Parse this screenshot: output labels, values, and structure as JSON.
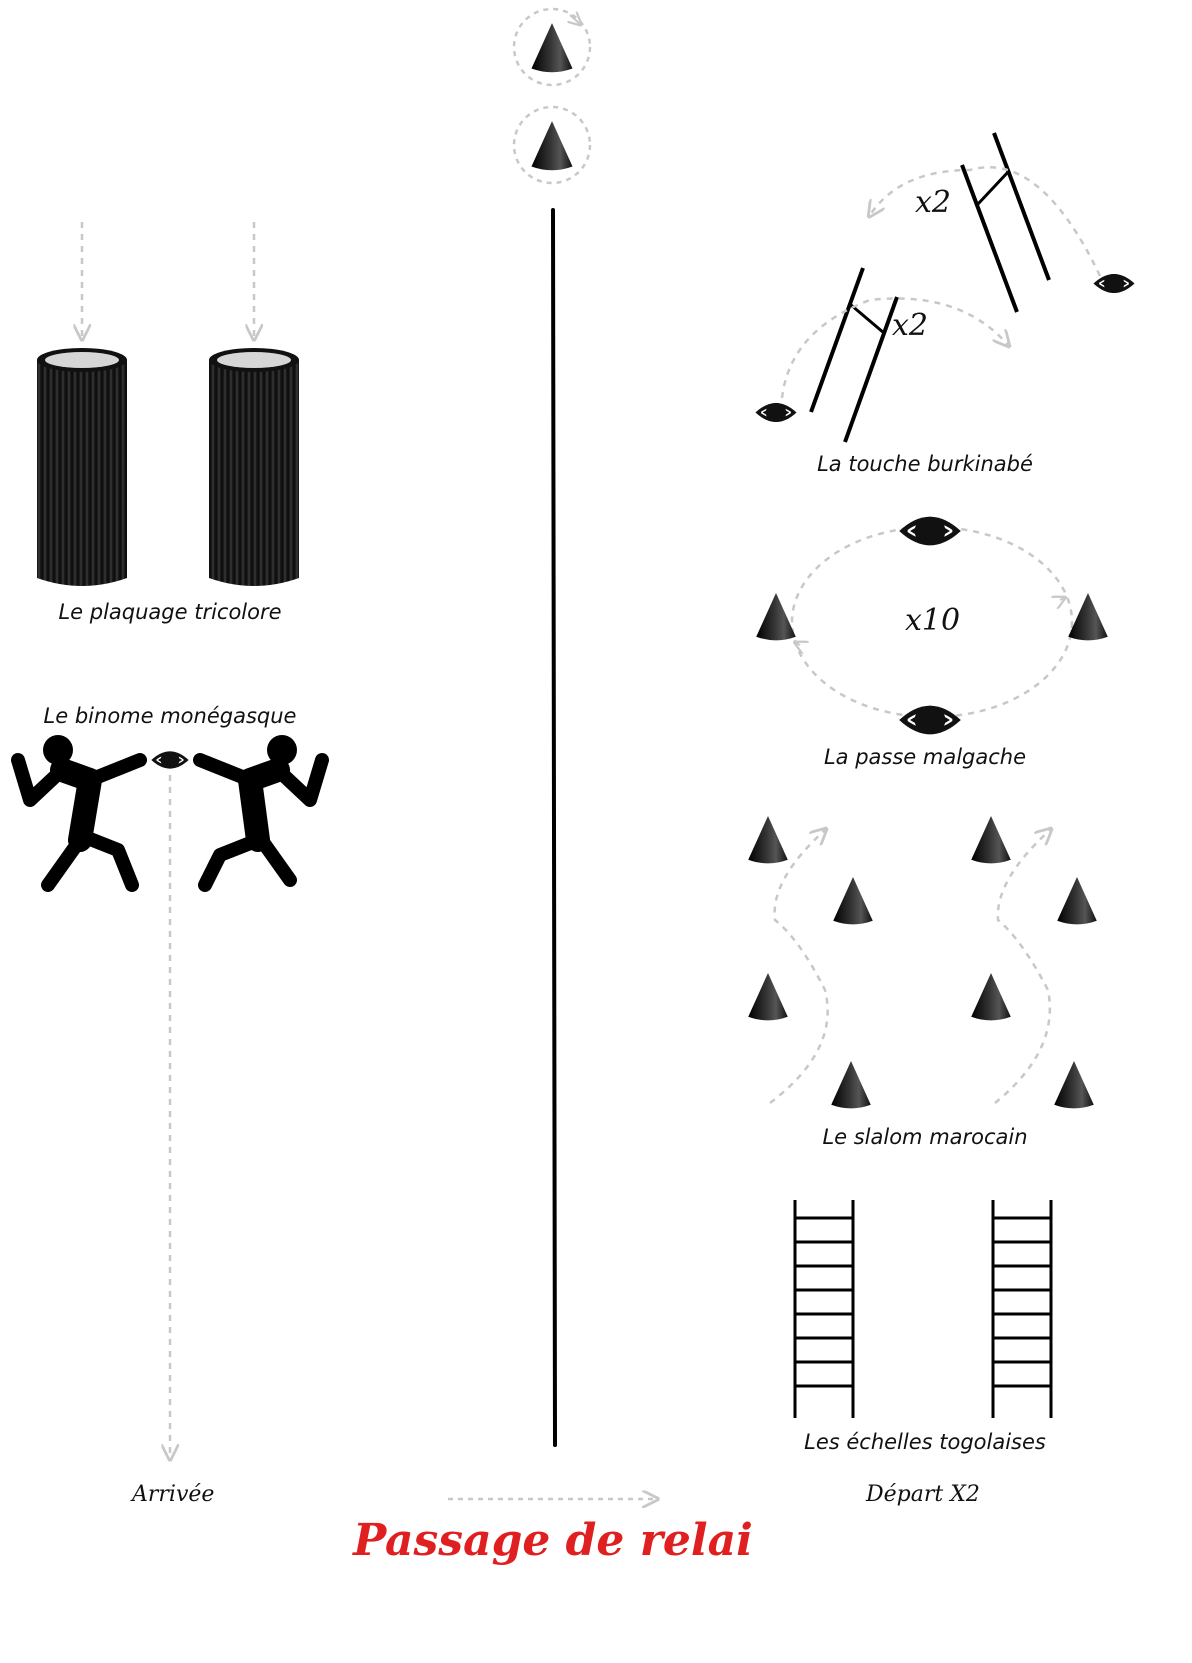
{
  "stations": {
    "touche": "La touche burkinabé",
    "passe": "La passe malgache",
    "slalom": "Le slalom marocain",
    "echelles": "Les échelles togolaises",
    "plaquage": "Le plaquage tricolore",
    "binome": "Le binome monégasque"
  },
  "counts": {
    "touche_top": "x2",
    "touche_bottom": "x2",
    "passe": "x10"
  },
  "markers": {
    "arrivee": "Arrivée",
    "depart": "Départ X2",
    "relay": "Passage de relai"
  },
  "colors": {
    "ink": "#111111",
    "dashed_path": "#c8c8c8",
    "relay_text": "#e02020"
  },
  "icons": [
    "cone-icon",
    "rugby-ball-icon",
    "tackle-bag-icon",
    "ladder-icon",
    "player-icon",
    "arrow-icon"
  ]
}
